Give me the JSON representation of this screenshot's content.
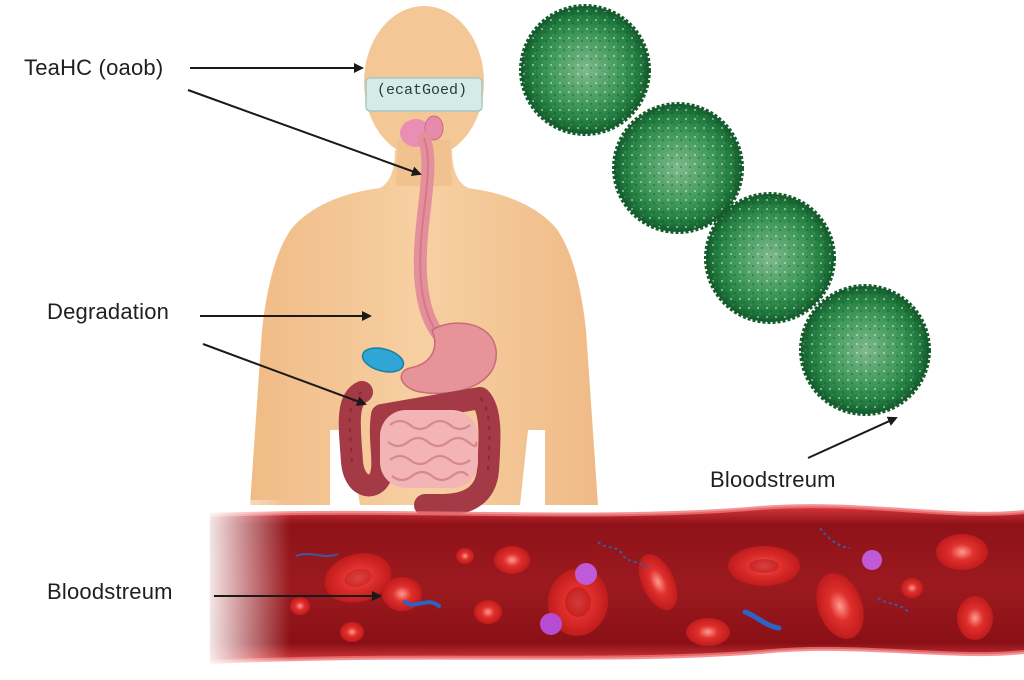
{
  "labels": {
    "top_label": "TeaHC (oaob)",
    "device_label": "(ecatGoed)",
    "degradation_label": "Degradation",
    "blood_label_right": "Bloodstreum",
    "blood_label_left": "Bloodstreum"
  },
  "colors": {
    "skin": "#f4c796",
    "stomach": "#e6939a",
    "colon": "#a33a45",
    "small_intestine": "#f2b4b4",
    "particle": "#1f7a3e",
    "vessel": "#b81f25",
    "red_cell": "#e0302d",
    "arrow": "#1a1a1a"
  },
  "icons": [
    "human-body-icon",
    "green-particle-icon",
    "blood-vessel-icon",
    "red-blood-cell-icon"
  ]
}
